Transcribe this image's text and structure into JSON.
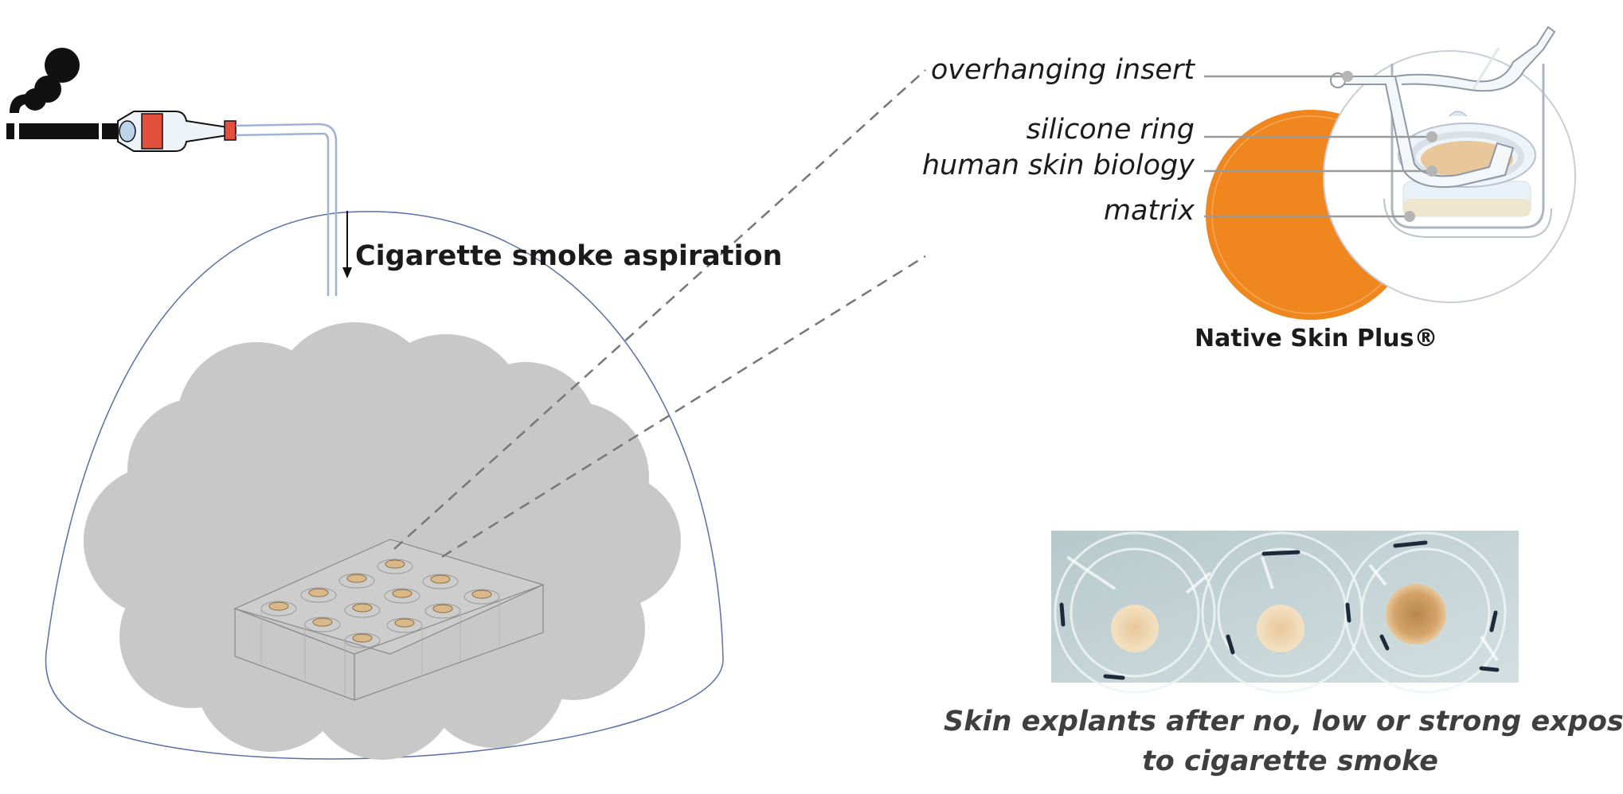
{
  "labels": {
    "aspiration": "Cigarette smoke aspiration",
    "overhanging_insert": "overhanging insert",
    "silicone_ring": "silicone ring",
    "human_skin_biology": "human skin biology",
    "matrix": "matrix",
    "product_name": "Native Skin Plus®",
    "caption_line1": "Skin explants after no, low or strong exposition",
    "caption_line2": "to cigarette smoke"
  },
  "icons": [
    "cigarette-icon",
    "smoke-icon",
    "filter-trap-icon",
    "well-plate-icon",
    "skin-insert-icon",
    "explant-photo"
  ],
  "colors": {
    "smoke_cloud": "#c8c8c8",
    "chamber_outline": "#5b6fa8",
    "tube": "#9fb3d6",
    "brand_orange": "#f0861e",
    "filter_red": "#e2503d",
    "leader_line": "#999999",
    "photo_bg": "#c9d6d8"
  }
}
